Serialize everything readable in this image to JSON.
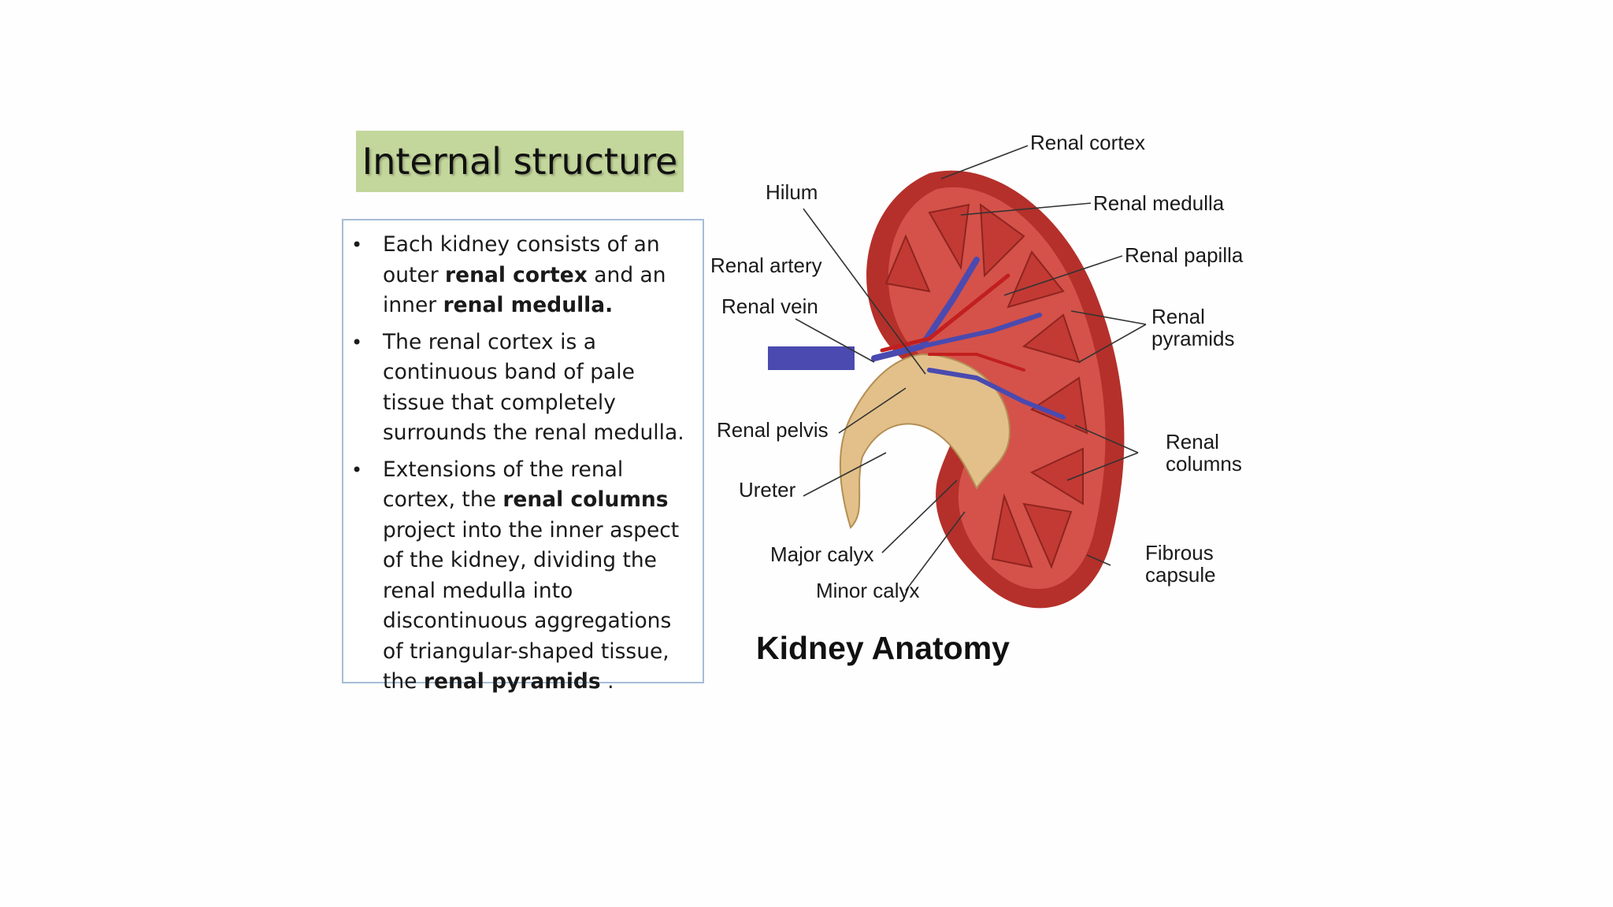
{
  "title": "Internal structure",
  "bullets": {
    "b1": {
      "t1": "Each kidney consists of an outer ",
      "k1": "renal cortex",
      "t2": " and an inner ",
      "k2": "renal medulla."
    },
    "b2": {
      "t1": "The renal cortex is a continuous band of pale tissue that completely surrounds the renal medulla."
    },
    "b3": {
      "t1": "Extensions of the renal cortex, the ",
      "k1": "renal columns",
      "t2": " project into the inner aspect of the kidney, dividing the renal medulla into discontinuous aggregations of triangular-shaped tissue, the ",
      "k2": "renal pyramids",
      "t3": " ."
    }
  },
  "diagram": {
    "caption": "Kidney Anatomy",
    "labels": {
      "renal_cortex": "Renal cortex",
      "hilum": "Hilum",
      "renal_medulla": "Renal medulla",
      "renal_artery": "Renal artery",
      "renal_papilla": "Renal papilla",
      "renal_vein": "Renal vein",
      "renal_pyramids_1": "Renal",
      "renal_pyramids_2": "pyramids",
      "renal_pelvis": "Renal pelvis",
      "renal_columns_1": "Renal",
      "renal_columns_2": "columns",
      "ureter": "Ureter",
      "major_calyx": "Major calyx",
      "fibrous_capsule_1": "Fibrous",
      "fibrous_capsule_2": "capsule",
      "minor_calyx": "Minor calyx"
    }
  },
  "colors": {
    "title_bg": "#c3d69b",
    "box_border": "#a6bcd6",
    "kidney_cortex": "#b5302a",
    "kidney_medulla": "#d4524a",
    "vessel_blue": "#4a4ab0",
    "pelvis": "#e3c08a"
  }
}
